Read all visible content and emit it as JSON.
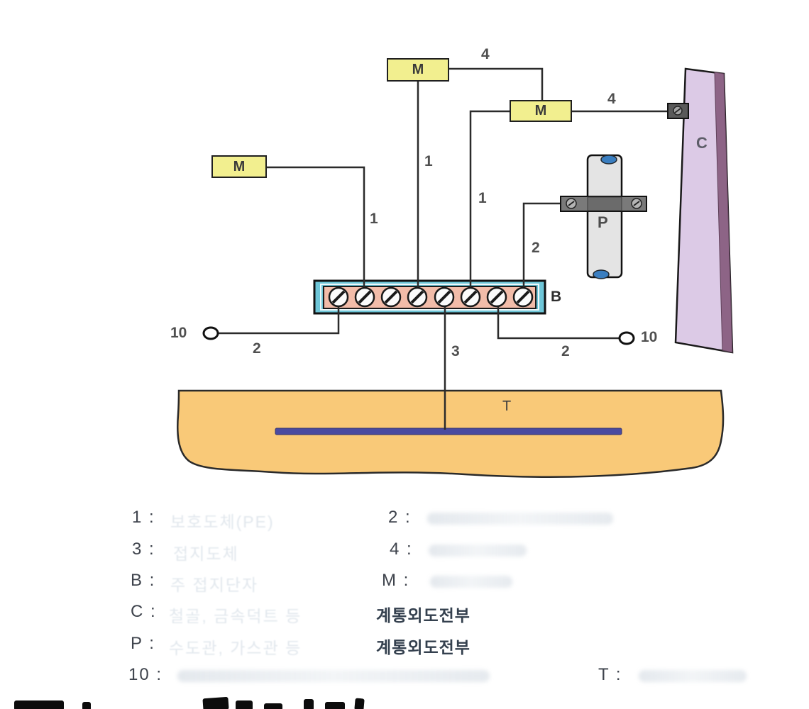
{
  "colors": {
    "equipment_fill": "#f2ef8f",
    "terminal_block_frame": "#6ec6d8",
    "terminal_block_inner": "#f2bca9",
    "wall_fill": "#dccae6",
    "wall_edge": "#8d6486",
    "pipe_fill": "#e4e4e4",
    "clamp_fill": "#787878",
    "soil_fill": "#f9c978",
    "electrode_fill": "#4a4aa0",
    "wire": "#2b2b2b"
  },
  "diagram": {
    "meters": {
      "left": "M",
      "top": "M",
      "right": "M"
    },
    "part_labels": {
      "terminal_block": "B",
      "wall": "C",
      "pipe": "P",
      "earth_electrode": "T",
      "ring_left": "10",
      "ring_right": "10"
    },
    "wire_labels": {
      "w4_top": "4",
      "w4_right": "4",
      "w1_left": "1",
      "w1_center": "1",
      "w1_right": "1",
      "w2_pipe": "2",
      "w2_bottom_left": "2",
      "w2_bottom_right": "2",
      "w3_earth": "3"
    }
  },
  "legend": {
    "rows": [
      {
        "key": "1 :",
        "ghost": "보호도체(PE)",
        "key2": "2 :"
      },
      {
        "key": "3 :",
        "ghost": "접지도체",
        "key2": "4 :"
      },
      {
        "key": "B :",
        "ghost": "주 접지단자",
        "key2": "M :"
      },
      {
        "key": "C :",
        "ghost": "철골, 금속덕트 등",
        "value": "계통외도전부"
      },
      {
        "key": "P :",
        "ghost": "수도관, 가스관 등",
        "value": "계통외도전부"
      },
      {
        "key": "10 :",
        "key2": "T :"
      }
    ]
  }
}
